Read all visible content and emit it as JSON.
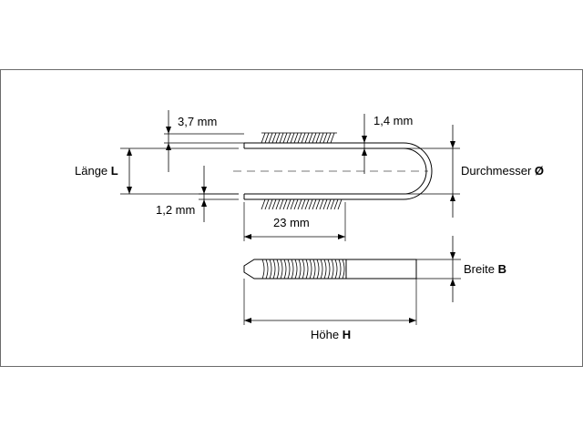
{
  "labels": {
    "dim_top": "3,7 mm",
    "dim_wire": "1,4 mm",
    "length_prefix": "Länge ",
    "length_symbol": "L",
    "diameter_prefix": "Durchmesser ",
    "diameter_symbol": "Ø",
    "dim_gap": "1,2 mm",
    "dim_coil": "23 mm",
    "width_prefix": "Breite ",
    "width_symbol": "B",
    "height_prefix": "Höhe ",
    "height_symbol": "H"
  },
  "colors": {
    "frame": "#6b6b6b",
    "lines": "#000000",
    "centerline": "#777777",
    "background": "#ffffff"
  }
}
